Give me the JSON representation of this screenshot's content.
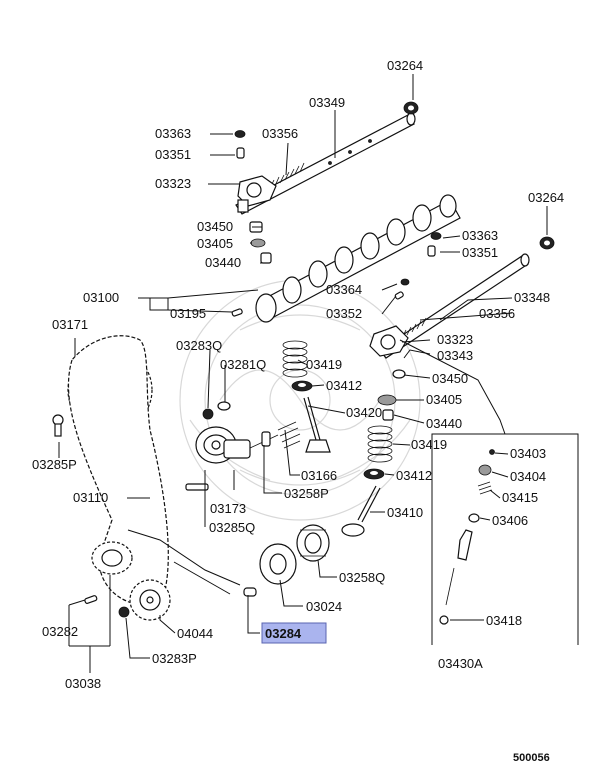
{
  "diagram": {
    "drawing_number": "500056",
    "highlight_color": "#aab4ee",
    "highlighted_part": "03284",
    "labels": {
      "p03264a": "03264",
      "p03349": "03349",
      "p03363a": "03363",
      "p03356a": "03356",
      "p03351a": "03351",
      "p03323a": "03323",
      "p03450a": "03450",
      "p03405a": "03405",
      "p03440a": "03440",
      "p03264b": "03264",
      "p03363b": "03363",
      "p03351b": "03351",
      "p03100": "03100",
      "p03364": "03364",
      "p03348": "03348",
      "p03195": "03195",
      "p03352": "03352",
      "p03356b": "03356",
      "p03171": "03171",
      "p03323b": "03323",
      "p03283q": "03283Q",
      "p03343": "03343",
      "p03281q": "03281Q",
      "p03419a": "03419",
      "p03450b": "03450",
      "p03412a": "03412",
      "p03405b": "03405",
      "p03420": "03420",
      "p03440b": "03440",
      "p03403": "03403",
      "p03419b": "03419",
      "p03285p": "03285P",
      "p03404": "03404",
      "p03166": "03166",
      "p03412b": "03412",
      "p03415": "03415",
      "p03173": "03173",
      "p03258p": "03258P",
      "p03110": "03110",
      "p03410": "03410",
      "p03406": "03406",
      "p03285q": "03285Q",
      "p03258q": "03258Q",
      "p03024": "03024",
      "p03418": "03418",
      "p03282": "03282",
      "p04044": "04044",
      "p03284": "03284",
      "p03283p": "03283P",
      "p03430a": "03430A",
      "p03038": "03038"
    }
  }
}
